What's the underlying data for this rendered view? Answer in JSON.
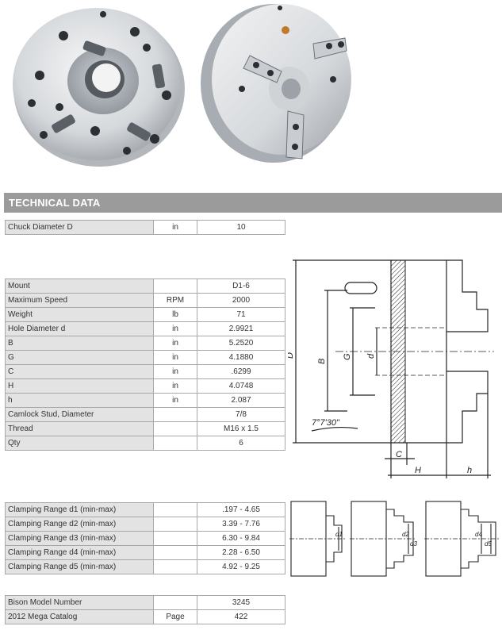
{
  "header": {
    "title": "TECHNICAL DATA"
  },
  "table1": [
    {
      "label": "Chuck Diameter D",
      "unit": "in",
      "value": "10"
    }
  ],
  "table2": [
    {
      "label": "Mount",
      "unit": "",
      "value": "D1-6"
    },
    {
      "label": "Maximum Speed",
      "unit": "RPM",
      "value": "2000"
    },
    {
      "label": "Weight",
      "unit": "lb",
      "value": "71"
    },
    {
      "label": "Hole Diameter d",
      "unit": "in",
      "value": "2.9921"
    },
    {
      "label": "B",
      "unit": "in",
      "value": "5.2520"
    },
    {
      "label": "G",
      "unit": "in",
      "value": "4.1880"
    },
    {
      "label": "C",
      "unit": "in",
      "value": ".6299"
    },
    {
      "label": "H",
      "unit": "in",
      "value": "4.0748"
    },
    {
      "label": "h",
      "unit": "in",
      "value": "2.087"
    },
    {
      "label": "Camlock Stud, Diameter",
      "unit": "",
      "value": "7/8"
    },
    {
      "label": "Thread",
      "unit": "",
      "value": "M16 x 1.5"
    },
    {
      "label": "Qty",
      "unit": "",
      "value": "6"
    }
  ],
  "table3": [
    {
      "label": "Clamping Range d1 (min-max)",
      "unit": "",
      "value": ".197 - 4.65"
    },
    {
      "label": "Clamping Range d2 (min-max)",
      "unit": "",
      "value": "3.39 - 7.76"
    },
    {
      "label": "Clamping Range d3 (min-max)",
      "unit": "",
      "value": "6.30 - 9.84"
    },
    {
      "label": "Clamping Range d4 (min-max)",
      "unit": "",
      "value": "2.28 - 6.50"
    },
    {
      "label": "Clamping Range d5 (min-max)",
      "unit": "",
      "value": "4.92 - 9.25"
    }
  ],
  "table4": [
    {
      "label": "Bison Model Number",
      "unit": "",
      "value": "3245"
    },
    {
      "label": "2012 Mega Catalog",
      "unit": "Page",
      "value": "422"
    }
  ],
  "drawing_labels": {
    "D": "D",
    "B": "B",
    "G": "G",
    "d": "d",
    "C": "C",
    "H": "H",
    "h": "h",
    "angle": "7°7'30\""
  },
  "jaw_labels": {
    "d1": "d1",
    "d2": "d2",
    "d3": "d3",
    "d4": "d4",
    "d5": "d5"
  },
  "colors": {
    "header_bg": "#9b9b9b",
    "label_bg": "#e3e3e3",
    "border": "#a8a8a8"
  },
  "icons": [
    "chuck-photo-front",
    "chuck-photo-angled"
  ]
}
